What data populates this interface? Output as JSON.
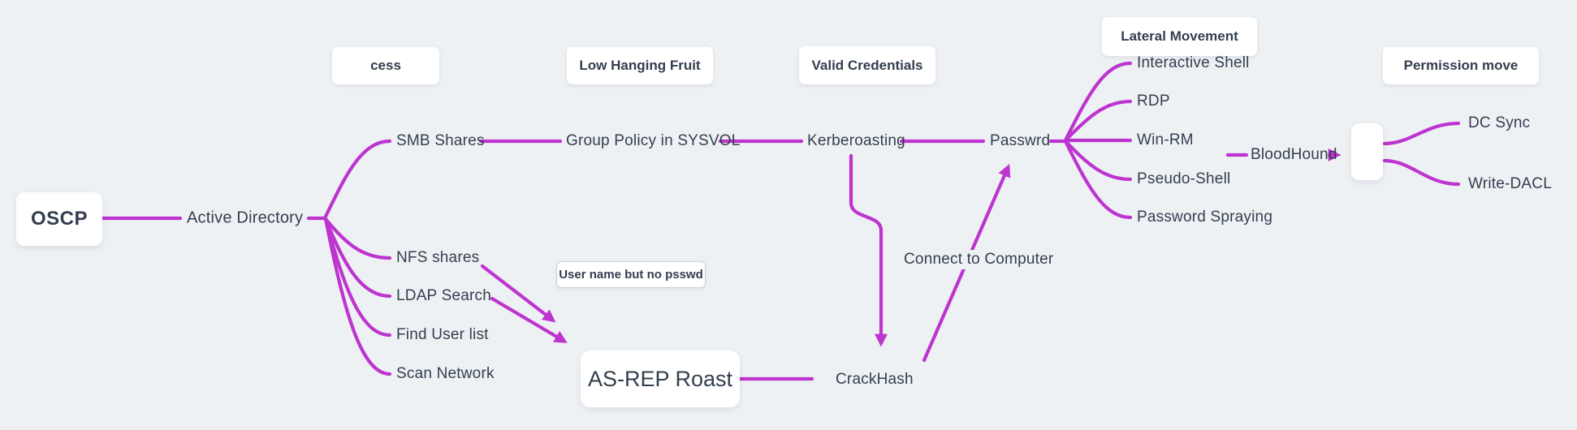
{
  "diagram": {
    "type": "mindmap",
    "topic": "OSCP Active Directory attack path",
    "colors": {
      "background": "#eef1f4",
      "connector": "#bd34cf",
      "text": "#333e4e",
      "node_background": "#ffffff"
    }
  },
  "nodes": {
    "oscp": {
      "label": "OSCP"
    },
    "active_directory": {
      "label": "Active Directory"
    },
    "smb_shares": {
      "label": "SMB Shares"
    },
    "group_policy": {
      "label": "Group Policy in SYSVOL"
    },
    "kerberoasting": {
      "label": "Kerberoasting"
    },
    "passwrd": {
      "label": "Passwrd"
    },
    "nfs_shares": {
      "label": "NFS shares"
    },
    "ldap_search": {
      "label": "LDAP Search"
    },
    "find_user_list": {
      "label": "Find User list"
    },
    "scan_network": {
      "label": "Scan Network"
    },
    "interactive_shell": {
      "label": "Interactive Shell"
    },
    "rdp": {
      "label": "RDP"
    },
    "win_rm": {
      "label": "Win-RM"
    },
    "pseudo_shell": {
      "label": "Pseudo-Shell"
    },
    "password_spraying": {
      "label": "Password Spraying"
    },
    "bloodhound": {
      "label": "BloodHound"
    },
    "dc_sync": {
      "label": "DC Sync"
    },
    "write_dacl": {
      "label": "Write-DACL"
    },
    "as_rep_roast": {
      "label": "AS-REP Roast"
    },
    "crackhash": {
      "label": "CrackHash"
    },
    "connect_to_computer": {
      "label": "Connect to Computer"
    },
    "empty_node": {
      "label": ""
    }
  },
  "headers": {
    "cess": {
      "label": "cess"
    },
    "low_hanging_fruit": {
      "label": "Low Hanging Fruit"
    },
    "valid_credentials": {
      "label": "Valid Credentials"
    },
    "lateral_movement": {
      "label": "Lateral Movement"
    },
    "permission_move": {
      "label": "Permission move"
    },
    "user_name_no_psswd": {
      "label": "User name but no psswd"
    }
  }
}
